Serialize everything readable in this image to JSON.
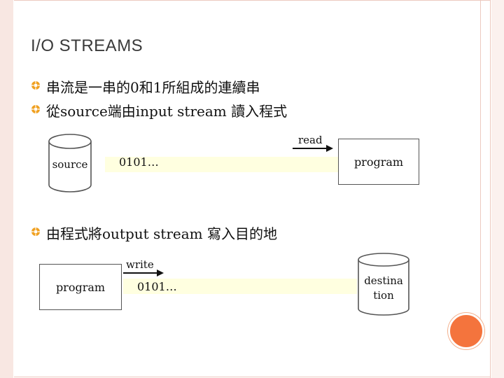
{
  "title": "I/O STREAMS",
  "bullets": [
    "串流是一串的0和1所組成的連續串",
    "從source端由input stream 讀入程式",
    "由程式將output stream 寫入目的地"
  ],
  "input_diagram": {
    "source_label": "source",
    "stream_value": "0101…",
    "action_label": "read",
    "target_label": "program"
  },
  "output_diagram": {
    "source_label": "program",
    "stream_value": "0101…",
    "action_label": "write",
    "target_label_line1": "destina",
    "target_label_line2": "tion"
  },
  "colors": {
    "accent": "#f4743d",
    "frame": "#f8e7e2",
    "stream_band": "#ffffe0"
  }
}
